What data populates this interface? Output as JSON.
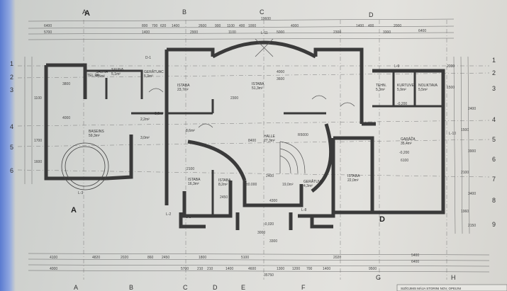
{
  "sheet": {
    "paper_color": "#dcdcd8",
    "line_color": "#3a3a3a",
    "edge_color": "#6f8ed8"
  },
  "axes_top": [
    "A",
    "B",
    "C",
    "D"
  ],
  "axes_bottom": [
    "A",
    "B",
    "C",
    "D",
    "E",
    "F",
    "G",
    "H"
  ],
  "axes_left": [
    "1",
    "2",
    "3",
    "4",
    "5",
    "6"
  ],
  "axes_right": [
    "1",
    "2",
    "3",
    "4",
    "5",
    "6",
    "7",
    "8",
    "9"
  ],
  "section_marks": [
    "A",
    "A",
    "D"
  ],
  "rooms": {
    "sauna": [
      "SAUNA",
      "4,5m²"
    ],
    "shower": [
      "SAUNA",
      "5,1m²"
    ],
    "tuš": [
      "TEL.PA"
    ],
    "garderobe_left": [
      "GERÂTUAC",
      "5,3m²"
    ],
    "hodnik_left": [
      "ISTABA",
      "23,7m²"
    ],
    "istaba_main": [
      "ISTABA",
      "51,3m²"
    ],
    "basein": [
      "BASEINS",
      "59,3m²"
    ],
    "halle": [
      "HALLE",
      "27,3m²"
    ],
    "istaba_sw": [
      "ISTABA",
      "16,3m²"
    ],
    "istaba_s": [
      "ISTABA",
      "8,2m²"
    ],
    "garderobe_s": [
      "GERÂTUVE",
      "4,3m²"
    ],
    "istaba_se": [
      "ISTABA",
      "22,0m²"
    ],
    "garage": [
      "GARĀŽA",
      "35,4m²"
    ],
    "tehn": [
      "TEHN.",
      "5,3m²"
    ],
    "kurtuve": [
      "KURTUVE",
      "5,9m²"
    ],
    "nolikt": [
      "NOLIKTAVA",
      "5,5m²"
    ],
    "small1": [
      "3,0m²"
    ],
    "small2": [
      "2,2m²"
    ],
    "small3": [
      "3,0m²"
    ],
    "small4": [
      "8,6m²"
    ]
  },
  "dims": {
    "top_total": "19600",
    "top_row1": [
      "6400",
      "800",
      "700",
      "620",
      "1400",
      "2600",
      "900",
      "1100",
      "400",
      "1000",
      "4000",
      "1400",
      "400",
      "2000",
      "6400"
    ],
    "top_row2": [
      "5700",
      "1400",
      "2900",
      "1100",
      "5000",
      "2300",
      "3300"
    ],
    "bottom_total": "35750",
    "bottom_row1": [
      "4100",
      "4820",
      "2020",
      "860",
      "2450",
      "1800",
      "5100",
      "2020",
      "5400"
    ],
    "bottom_row2": [
      "4000",
      "5700",
      "210",
      "210",
      "1400",
      "4600",
      "1300",
      "1200",
      "700",
      "1400",
      "9500",
      "6400"
    ],
    "middle": [
      "2400",
      "±0.000",
      "19,0m²",
      "-0,020",
      "4300",
      "2450",
      "3000",
      "3300",
      "2100",
      "4000",
      "3600",
      "2300",
      "-0,200",
      "6100",
      "-0,200",
      "8400",
      "R5000"
    ],
    "left": [
      "3800",
      "4000",
      "1100",
      "1700",
      "1600"
    ],
    "right": [
      "2000",
      "1500",
      "2400",
      "1500",
      "3900",
      "2100",
      "3400",
      "1960",
      "2150"
    ]
  },
  "labels": {
    "l1": "L-1",
    "l2": "L-2",
    "l3": "L-3",
    "l8": "L-8",
    "l9": "L-9",
    "l10": "L-10",
    "l11": "L-11",
    "d1": "D-1"
  },
  "footer": "SIZĪGJIMS MĀJA STORINI NOV, OPEIJNI"
}
